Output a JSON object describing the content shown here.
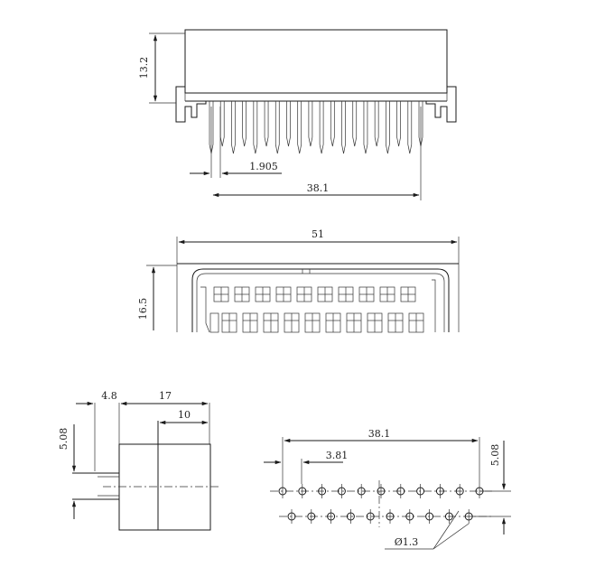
{
  "front_view": {
    "height_label": "13.2",
    "pitch_label": "1.905",
    "span_label": "38.1",
    "pin_count": 20
  },
  "top_view": {
    "width_label": "51",
    "depth_label": "16.5",
    "cavity_columns": 10
  },
  "side_view": {
    "offset_label": "4.8",
    "length_label": "17",
    "body_label": "10",
    "row_pitch_label": "5.08"
  },
  "hole_pattern": {
    "span_label": "38.1",
    "pitch_label": "3.81",
    "row_pitch_label": "5.08",
    "hole_diameter_label": "Ø1.3",
    "holes_per_row": 11
  }
}
